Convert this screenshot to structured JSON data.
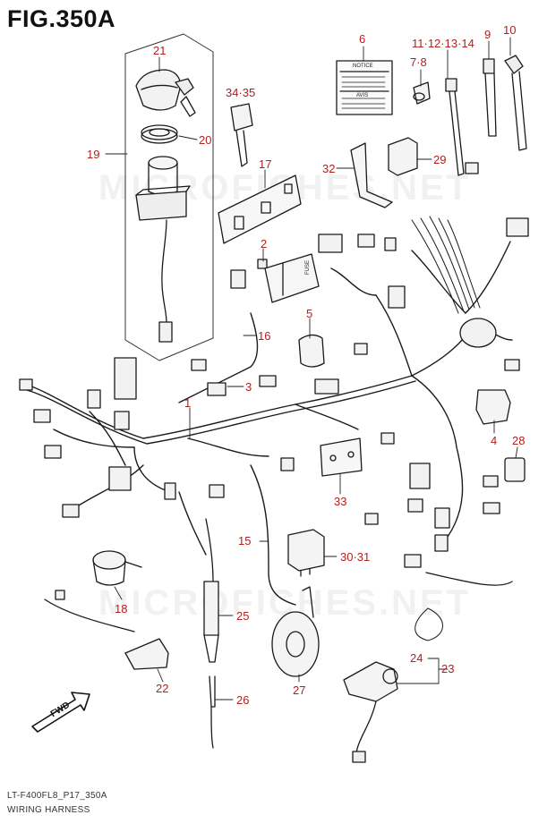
{
  "figure": {
    "title": "FIG.350A",
    "footer_code": "LT-F400FL8_P17_350A",
    "footer_name": "WIRING HARNESS",
    "watermark": "MICROFICHES.NET",
    "callout_color": "#b3201e",
    "fwd_label": "FWD"
  },
  "labels": {
    "notice_text": "NOTICE",
    "avis_text": "AVIS",
    "fuse_text": "FUSE"
  },
  "callouts": [
    {
      "id": "c1",
      "text": "1"
    },
    {
      "id": "c2",
      "text": "2"
    },
    {
      "id": "c3",
      "text": "3"
    },
    {
      "id": "c4",
      "text": "4"
    },
    {
      "id": "c5",
      "text": "5"
    },
    {
      "id": "c6",
      "text": "6"
    },
    {
      "id": "c78",
      "text": "7·8"
    },
    {
      "id": "c9",
      "text": "9"
    },
    {
      "id": "c10",
      "text": "10"
    },
    {
      "id": "c11",
      "text": "11·12·13·14"
    },
    {
      "id": "c15",
      "text": "15"
    },
    {
      "id": "c16",
      "text": "16"
    },
    {
      "id": "c17",
      "text": "17"
    },
    {
      "id": "c18",
      "text": "18"
    },
    {
      "id": "c19",
      "text": "19"
    },
    {
      "id": "c20",
      "text": "20"
    },
    {
      "id": "c21",
      "text": "21"
    },
    {
      "id": "c22",
      "text": "22"
    },
    {
      "id": "c23",
      "text": "23"
    },
    {
      "id": "c24",
      "text": "24"
    },
    {
      "id": "c25",
      "text": "25"
    },
    {
      "id": "c26",
      "text": "26"
    },
    {
      "id": "c27",
      "text": "27"
    },
    {
      "id": "c28",
      "text": "28"
    },
    {
      "id": "c29",
      "text": "29"
    },
    {
      "id": "c3031",
      "text": "30·31"
    },
    {
      "id": "c32",
      "text": "32"
    },
    {
      "id": "c33",
      "text": "33"
    },
    {
      "id": "c3435",
      "text": "34·35"
    }
  ]
}
